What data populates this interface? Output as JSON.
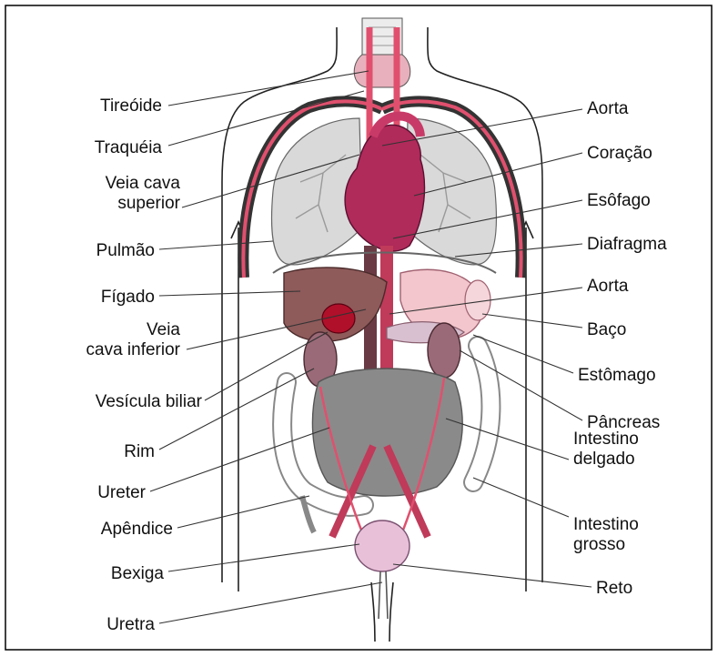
{
  "figure": {
    "colors": {
      "border": "#000000",
      "body_outline": "#222222",
      "lung": "#d9d9d9",
      "heart": "#b02a5a",
      "artery": "#e0506e",
      "vein_dark": "#333333",
      "liver": "#8e5a5a",
      "stomach": "#f2c6cc",
      "kidney": "#9a6a78",
      "large_intestine": "#ffffff",
      "small_intestine": "#8a8a8a",
      "bladder": "#e8c0d8"
    },
    "labels_left": [
      {
        "id": "tireoide",
        "lines": [
          "Tireóide"
        ]
      },
      {
        "id": "traqueia",
        "lines": [
          "Traquéia"
        ]
      },
      {
        "id": "veia-cava-superior",
        "lines": [
          "Veia cava",
          "superior"
        ]
      },
      {
        "id": "pulmao",
        "lines": [
          "Pulmão"
        ]
      },
      {
        "id": "figado",
        "lines": [
          "Fígado"
        ]
      },
      {
        "id": "veia-cava-inferior",
        "lines": [
          "Veia",
          "cava inferior"
        ]
      },
      {
        "id": "vesicula-biliar",
        "lines": [
          "Vesícula biliar"
        ]
      },
      {
        "id": "rim",
        "lines": [
          "Rim"
        ]
      },
      {
        "id": "ureter",
        "lines": [
          "Ureter"
        ]
      },
      {
        "id": "apendice",
        "lines": [
          "Apêndice"
        ]
      },
      {
        "id": "bexiga",
        "lines": [
          "Bexiga"
        ]
      },
      {
        "id": "uretra",
        "lines": [
          "Uretra"
        ]
      }
    ],
    "labels_right": [
      {
        "id": "aorta-1",
        "lines": [
          "Aorta"
        ]
      },
      {
        "id": "coracao",
        "lines": [
          "Coração"
        ]
      },
      {
        "id": "esofago",
        "lines": [
          "Esôfago"
        ]
      },
      {
        "id": "diafragma",
        "lines": [
          "Diafragma"
        ]
      },
      {
        "id": "aorta-2",
        "lines": [
          "Aorta"
        ]
      },
      {
        "id": "baco",
        "lines": [
          "Baço"
        ]
      },
      {
        "id": "estomago",
        "lines": [
          "Estômago"
        ]
      },
      {
        "id": "pancreas",
        "lines": [
          "Pâncreas"
        ]
      },
      {
        "id": "intestino-delgado",
        "lines": [
          "Intestino",
          "delgado"
        ]
      },
      {
        "id": "intestino-grosso",
        "lines": [
          "Intestino",
          "grosso"
        ]
      },
      {
        "id": "reto",
        "lines": [
          "Reto"
        ]
      }
    ]
  }
}
